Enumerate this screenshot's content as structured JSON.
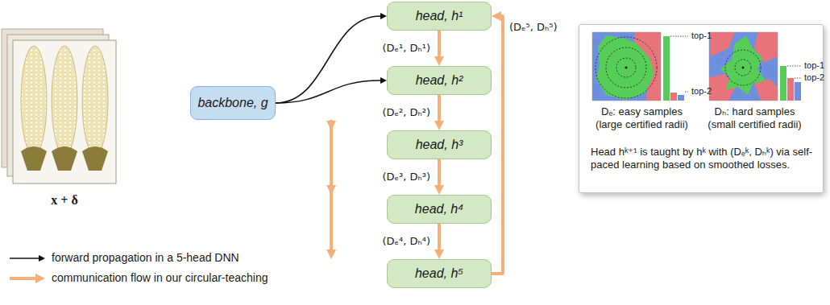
{
  "diagram": {
    "nodes": [
      {
        "text": [
          "backbone, g"
        ]
      },
      {
        "text": [
          "head, h¹"
        ]
      },
      {
        "text": [
          "head, h²"
        ]
      },
      {
        "text": [
          "head, h³"
        ]
      },
      {
        "text": [
          "head, h⁴"
        ]
      },
      {
        "text": [
          "head, h⁵"
        ]
      },
      {
        "text": [
          "Dₑ: easy samples (large certified radii)",
          "Dₕ: hard samples (small certified radii)",
          "Head hᵏ⁺¹ is taught by hᵏ with (Dₑᵏ, Dₕᵏ) via self-paced learning based on smoothed losses."
        ]
      }
    ],
    "edges": [
      {
        "from": 0,
        "to": 1,
        "arrow": "to"
      },
      {
        "from": 0,
        "to": 2,
        "arrow": "to"
      },
      {
        "from": 0,
        "to": 3,
        "arrow": "to"
      },
      {
        "from": 0,
        "to": 4,
        "arrow": "to"
      },
      {
        "from": 0,
        "to": 5,
        "arrow": "to"
      },
      {
        "from": 1,
        "to": 2,
        "label": "(Dₑ¹, Dₕ¹)",
        "arrow": "to"
      },
      {
        "from": 2,
        "to": 3,
        "label": "(Dₑ², Dₕ²)",
        "arrow": "to"
      },
      {
        "from": 3,
        "to": 4,
        "label": "(Dₑ³, Dₕ³)",
        "arrow": "to"
      },
      {
        "from": 4,
        "to": 5,
        "label": "(Dₑ⁴, Dₕ⁴)",
        "arrow": "to"
      },
      {
        "from": 5,
        "to": 1,
        "label": "(Dₑ⁵, Dₕ⁵)",
        "arrow": "to"
      }
    ],
    "labels": [
      "x + δ",
      "top-1",
      "top-2",
      "top-1",
      "top-2"
    ],
    "legend": [
      {
        "text": "forward propagation in a 5-head DNN"
      },
      {
        "text": "communication flow in our circular-teaching"
      }
    ]
  }
}
